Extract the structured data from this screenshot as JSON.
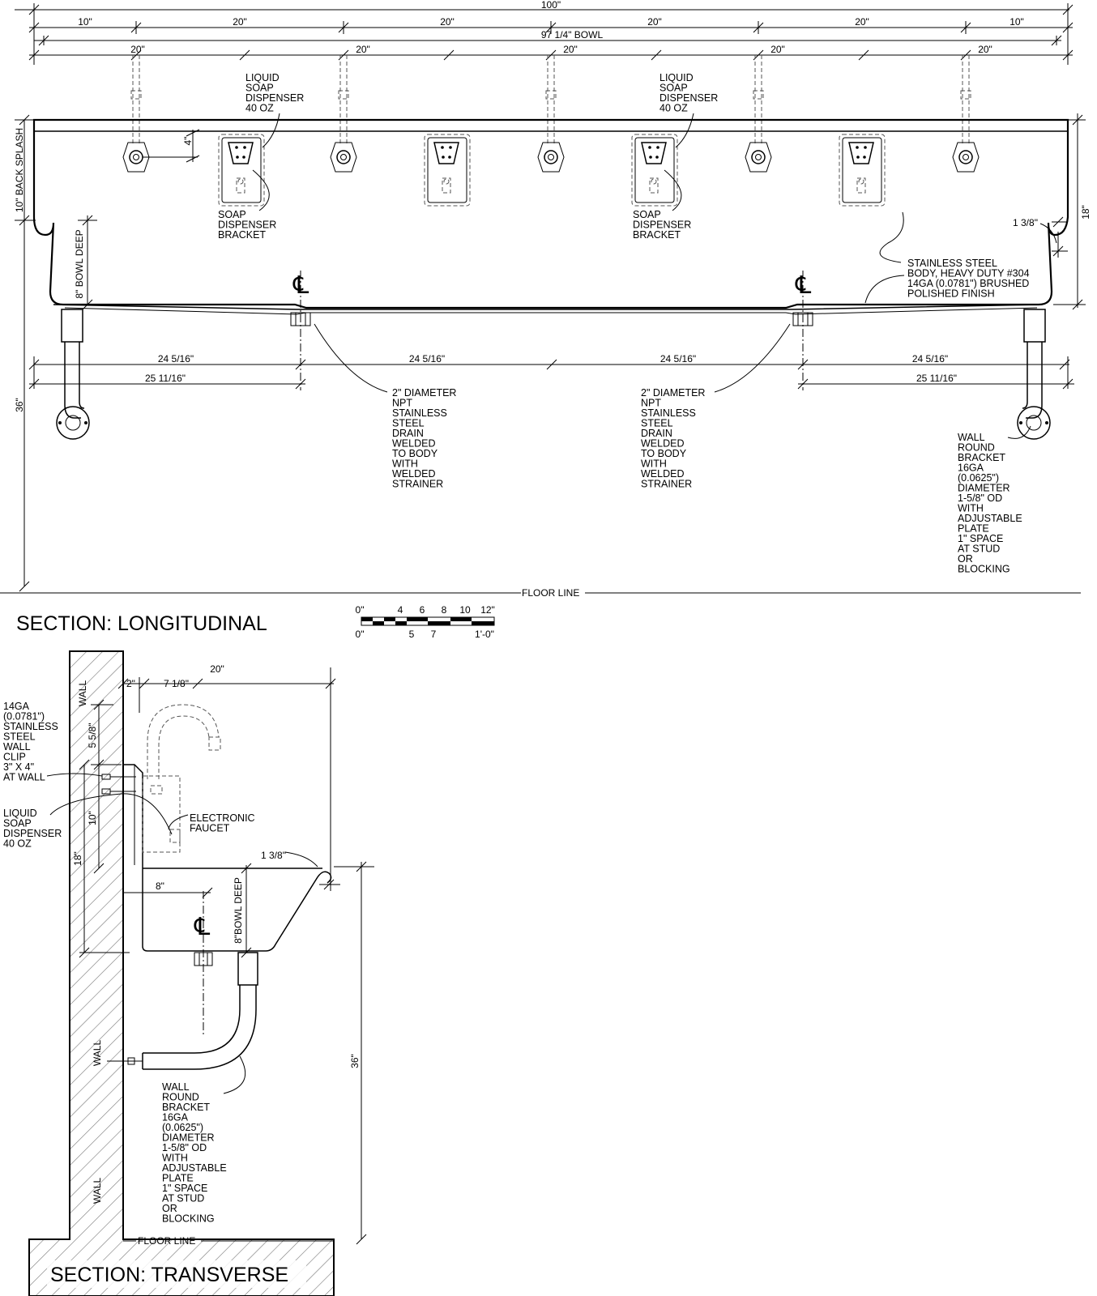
{
  "longitudinal": {
    "title": "SECTION: LONGITUDINAL",
    "dims": {
      "overall": "100\"",
      "end_left": "10\"",
      "end_right": "10\"",
      "spacing": [
        "20\"",
        "20\"",
        "20\"",
        "20\""
      ],
      "bowl": "97 1/4\" BOWL",
      "faucet_spacing": [
        "20\"",
        "20\"",
        "20\"",
        "20\"",
        "20\""
      ],
      "faucet_offset": "4\"",
      "back_splash": "10\" BACK SPLASH",
      "bowl_deep": "8\" BOWL DEEP",
      "height_18": "18\"",
      "rim": "1 3/8\"",
      "height_36": "36\"",
      "drain_spacing": [
        "24 5/16\"",
        "24 5/16\"",
        "24 5/16\"",
        "24 5/16\""
      ],
      "drain_outer": [
        "25 11/16\"",
        "25 11/16\""
      ]
    },
    "labels": {
      "soap_dispenser": "LIQUID\nSOAP\nDISPENSER\n40 OZ",
      "soap_bracket": "SOAP\nDISPENSER\nBRACKET",
      "body": "STAINLESS STEEL\nBODY, HEAVY DUTY #304\n14GA (0.0781\") BRUSHED\nPOLISHED FINISH",
      "drain": "2\" DIAMETER\nNPT\nSTAINLESS\nSTEEL\nDRAIN\nWELDED\nTO BODY\nWITH\nWELDED\nSTRAINER",
      "wall_bracket": "WALL\nROUND\nBRACKET\n16GA\n(0.0625\")\nDIAMETER\n1-5/8\" OD\nWITH\nADJUSTABLE\nPLATE\n1\" SPACE\nAT STUD\nOR\nBLOCKING",
      "floor_line": "FLOOR LINE",
      "centerline": "℄"
    }
  },
  "scale_bar": {
    "top_ticks": [
      "0\"",
      "4",
      "6",
      "8",
      "10",
      "12\""
    ],
    "bottom_ticks": [
      "0\"",
      "5",
      "7",
      "1'-0\""
    ]
  },
  "transverse": {
    "title": "SECTION: TRANSVERSE",
    "dims": {
      "depth": "20\"",
      "clip_offset": "2\"",
      "faucet_offset": "7 1/8\"",
      "faucet_height": "5 5/8\"",
      "back_splash": "10\"",
      "height_18": "18\"",
      "rim": "1 3/8\"",
      "drain_offset": "8\"",
      "bowl_deep": "8\"BOWL DEEP",
      "height_36": "36\""
    },
    "labels": {
      "wall_clip": "14GA\n(0.0781\")\nSTAINLESS\nSTEEL\nWALL\nCLIP\n3\" X 4\"\nAT WALL",
      "soap_dispenser": "LIQUID\nSOAP\nDISPENSER\n40 OZ",
      "faucet": "ELECTRONIC\nFAUCET",
      "wall_bracket": "WALL\nROUND\nBRACKET\n16GA\n(0.0625\")\nDIAMETER\n1-5/8\" OD\nWITH\nADJUSTABLE\nPLATE\n1\" SPACE\nAT STUD\nOR\nBLOCKING",
      "wall": "WALL",
      "floor_line": "FLOOR LINE",
      "centerline": "℄"
    }
  }
}
